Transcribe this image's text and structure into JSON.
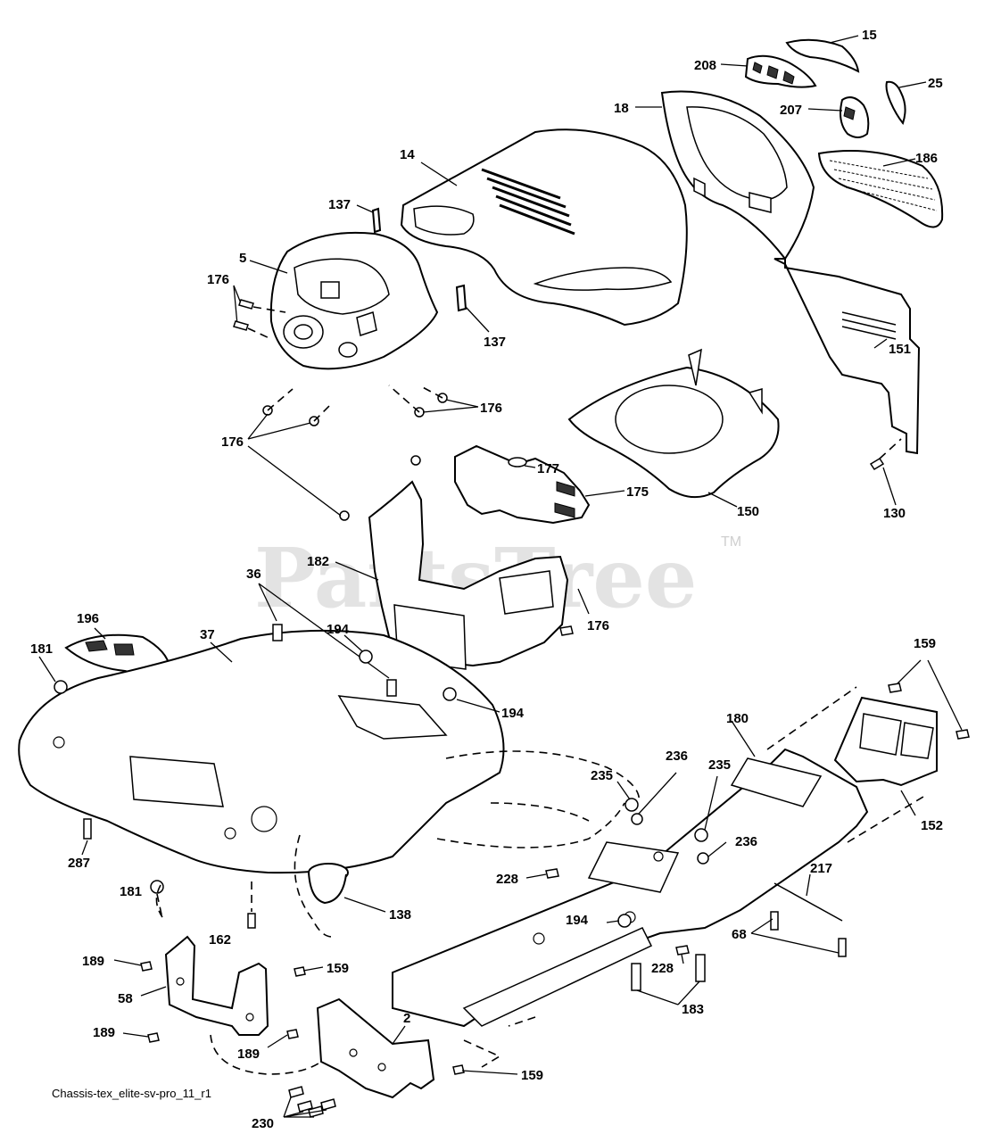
{
  "watermark": {
    "text": "PartsTree",
    "trademark": "TM"
  },
  "caption": "Chassis-tex_elite-sv-pro_11_r1",
  "callouts": [
    {
      "id": "15",
      "label": "15"
    },
    {
      "id": "208",
      "label": "208"
    },
    {
      "id": "25",
      "label": "25"
    },
    {
      "id": "18",
      "label": "18"
    },
    {
      "id": "207",
      "label": "207"
    },
    {
      "id": "14",
      "label": "14"
    },
    {
      "id": "186",
      "label": "186"
    },
    {
      "id": "137a",
      "label": "137"
    },
    {
      "id": "5",
      "label": "5"
    },
    {
      "id": "176a",
      "label": "176"
    },
    {
      "id": "137b",
      "label": "137"
    },
    {
      "id": "151",
      "label": "151"
    },
    {
      "id": "176b",
      "label": "176"
    },
    {
      "id": "176c",
      "label": "176"
    },
    {
      "id": "177",
      "label": "177"
    },
    {
      "id": "175",
      "label": "175"
    },
    {
      "id": "150",
      "label": "150"
    },
    {
      "id": "130",
      "label": "130"
    },
    {
      "id": "182",
      "label": "182"
    },
    {
      "id": "36",
      "label": "36"
    },
    {
      "id": "176d",
      "label": "176"
    },
    {
      "id": "196",
      "label": "196"
    },
    {
      "id": "37",
      "label": "37"
    },
    {
      "id": "194a",
      "label": "194"
    },
    {
      "id": "181a",
      "label": "181"
    },
    {
      "id": "194b",
      "label": "194"
    },
    {
      "id": "159a",
      "label": "159"
    },
    {
      "id": "180",
      "label": "180"
    },
    {
      "id": "236a",
      "label": "236"
    },
    {
      "id": "235a",
      "label": "235"
    },
    {
      "id": "235b",
      "label": "235"
    },
    {
      "id": "152",
      "label": "152"
    },
    {
      "id": "236b",
      "label": "236"
    },
    {
      "id": "287",
      "label": "287"
    },
    {
      "id": "228a",
      "label": "228"
    },
    {
      "id": "217",
      "label": "217"
    },
    {
      "id": "181b",
      "label": "181"
    },
    {
      "id": "138",
      "label": "138"
    },
    {
      "id": "194c",
      "label": "194"
    },
    {
      "id": "162",
      "label": "162"
    },
    {
      "id": "68",
      "label": "68"
    },
    {
      "id": "189a",
      "label": "189"
    },
    {
      "id": "159b",
      "label": "159"
    },
    {
      "id": "228b",
      "label": "228"
    },
    {
      "id": "58",
      "label": "58"
    },
    {
      "id": "183",
      "label": "183"
    },
    {
      "id": "2",
      "label": "2"
    },
    {
      "id": "189b",
      "label": "189"
    },
    {
      "id": "189c",
      "label": "189"
    },
    {
      "id": "159c",
      "label": "159"
    },
    {
      "id": "230",
      "label": "230"
    }
  ]
}
